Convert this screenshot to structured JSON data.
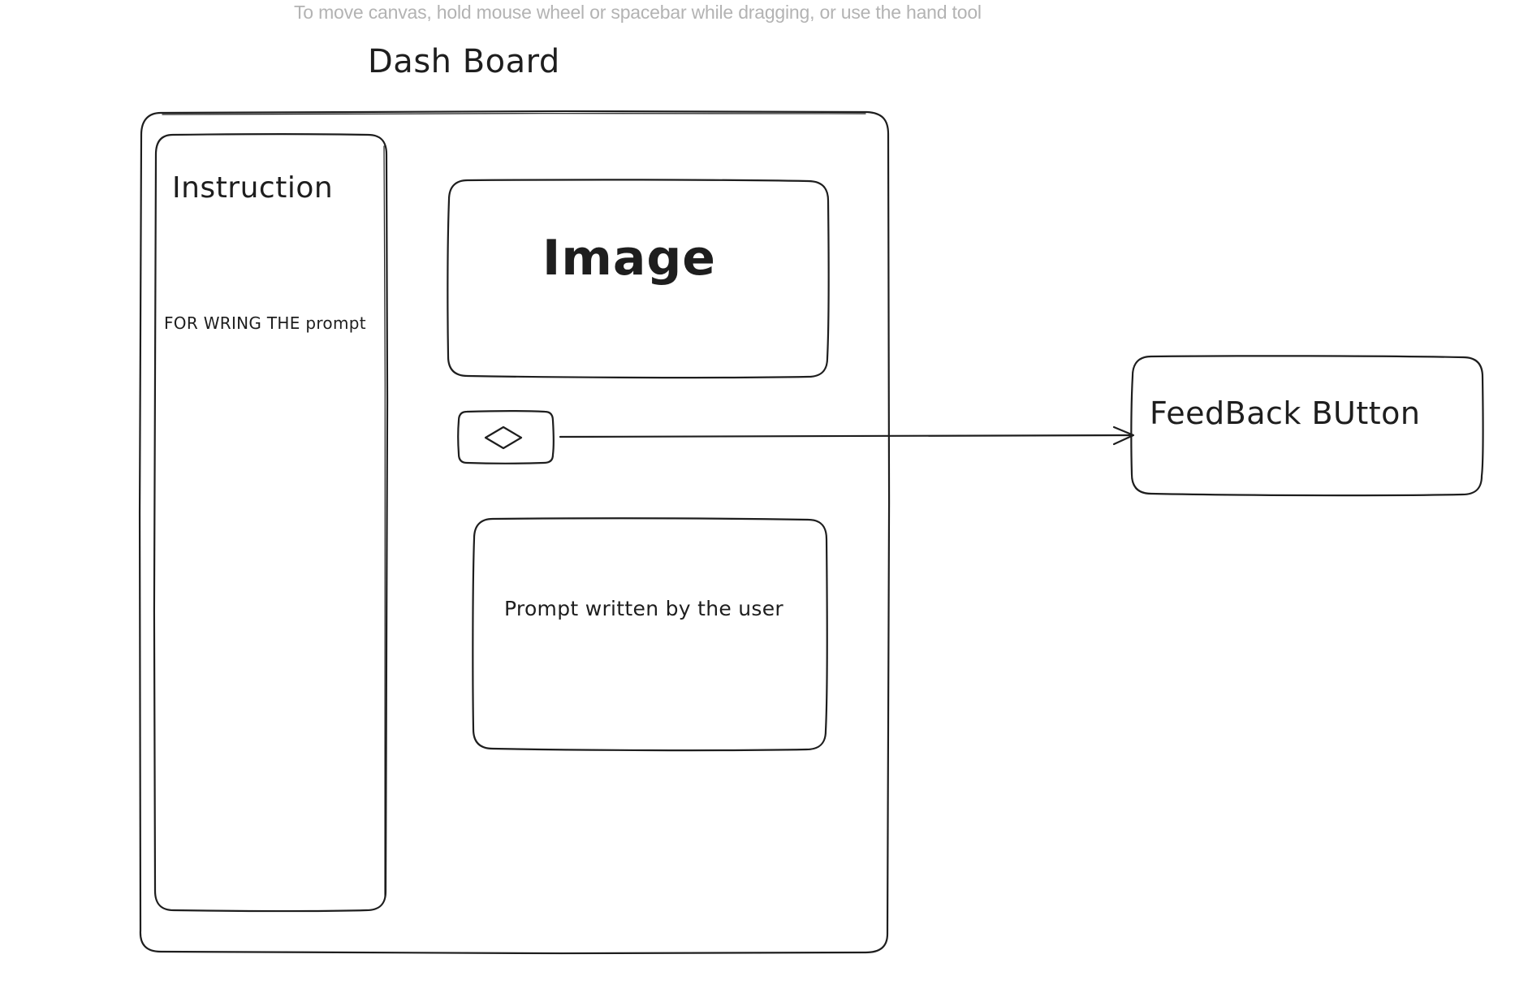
{
  "canvas_hint": "To move canvas, hold mouse wheel or spacebar while dragging, or use the hand tool",
  "diagram": {
    "title": "Dash Board",
    "instruction_panel": {
      "heading": "Instruction",
      "subtext": "FOR WRING THE prompt"
    },
    "image_box": {
      "label": "Image"
    },
    "prompt_box": {
      "label": "Prompt written by the user"
    },
    "feedback_box": {
      "label": "FeedBack BUtton"
    },
    "icons": {
      "small_button": "diamond-icon",
      "connector": "arrow-connector"
    },
    "colors": {
      "stroke": "#1e1e1e",
      "hint_text": "#b3b3b3",
      "background": "#ffffff"
    }
  }
}
